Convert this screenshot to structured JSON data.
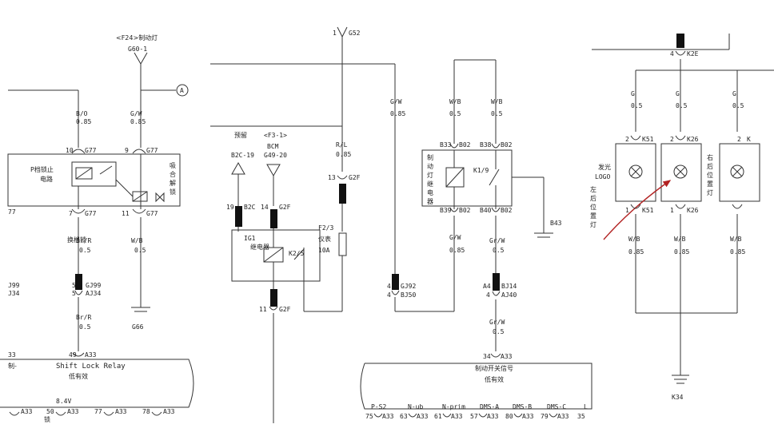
{
  "left": {
    "brake_top": "<F24>制动灯",
    "g60": "G60-1",
    "circle_a": "A",
    "w_bo": "B/O",
    "w_bo_g": "0.85",
    "w_gw": "G/W",
    "w_gw_g": "0.85",
    "pin10": "10",
    "pin9": "9",
    "g77": "G77",
    "plock_1": "P档锁止",
    "plock_2": "电路",
    "sol": "吸合解锁",
    "l77": "77",
    "pin7": "7",
    "pin11": "11",
    "sw": "换档锁",
    "w_brr": "Br/R",
    "w_brr_g": "0.5",
    "w_wb": "W/B",
    "w_wb_g": "0.5",
    "j99": "J99",
    "j34": "J34",
    "pin5a": "5",
    "gj99": "GJ99",
    "pin5b": "5",
    "aj34": "AJ34",
    "g66": "G66",
    "w_brr2": "Br/R",
    "w_brr2_g": "0.5",
    "l33": "33",
    "pin49": "49",
    "a33": "A33",
    "ctrl": "制-",
    "slr": "Shift Lock Relay",
    "low": "低有效",
    "v84": "8.4V",
    "b_a33_1": "A33",
    "p50": "50",
    "p77": "77",
    "p78": "78",
    "b_a33_2": "A33",
    "b_a33_3": "A33",
    "b_a33_4": "A33",
    "lock": "锁"
  },
  "mid": {
    "g52": "G52",
    "pin1": "1",
    "pre": "预留",
    "b2c19": "B2C-19",
    "f3": "<F3-1>",
    "bcm": "BCM",
    "g4920": "G49-20",
    "w_rl": "R/L",
    "w_rl_g": "0.85",
    "pin13": "13",
    "g2f": "G2F",
    "pin19": "19",
    "b2c": "B2C",
    "pin14": "14",
    "f23": "F2/3",
    "meter": "仪表",
    "amp": "10A",
    "ig1": "IG1",
    "ig1_sub": "继电器",
    "k25": "K2/5",
    "pin11": "11"
  },
  "center": {
    "w_gw": "G/W",
    "w_gw_g": "0.85",
    "w_wb1": "W/B",
    "w_wb1_g": "0.5",
    "w_wb2": "W/B",
    "w_wb2_g": "0.5",
    "b33": "B33",
    "b02a": "B02",
    "b38": "B38",
    "b02b": "B02",
    "relay_lbl": "制动灯继电器",
    "k19": "K1/9",
    "b39": "B39",
    "b02c": "B02",
    "b40": "B40",
    "b02d": "B02",
    "b43": "B43",
    "w_gw2": "G/W",
    "w_gw2_g": "0.85",
    "w_grw": "Gr/W",
    "w_grw_g": "0.5",
    "pin4a": "4",
    "gj92": "GJ92",
    "pin4b": "4",
    "bj50": "BJ50",
    "a4": "A4",
    "bj14": "BJ14",
    "pin4c": "4",
    "aj40": "AJ40",
    "w_grw2": "Gr/W",
    "w_grw2_g": "0.5",
    "pin34": "34",
    "a33": "A33",
    "sig": "制动开关信号",
    "low": "低有效",
    "ps2": "P-S2",
    "nub": "N-ub",
    "nprim": "N-prim",
    "dmsa": "DMS-A",
    "dmsb": "DMS-B",
    "dmsc": "DMS-C",
    "b_l": "L",
    "p75": "75",
    "p63": "63",
    "p61": "61",
    "p57": "57",
    "p80": "80",
    "p79": "79",
    "p35": "35",
    "ba33_1": "A33",
    "ba33_2": "A33",
    "ba33_3": "A33",
    "ba33_4": "A33",
    "ba33_5": "A33",
    "ba33_6": "A33"
  },
  "right": {
    "pin4": "4",
    "k2e": "K2E",
    "w_g1": "G",
    "w_g1_g": "0.5",
    "w_g2": "G",
    "w_g2_g": "0.5",
    "w_g3": "G",
    "w_g3_g": "0.5",
    "pin2a": "2",
    "k51a": "K51",
    "pin2b": "2",
    "k26a": "K26",
    "pin2c": "2",
    "kc": "K",
    "logo_1": "发光",
    "logo_2": "LOGO",
    "left_lamp": "左后位置灯",
    "right_lamp": "右后位置灯",
    "pin1a": "1",
    "k51b": "K51",
    "pin1b": "1",
    "k26b": "K26",
    "w_wb1": "W/B",
    "w_wb1_g": "0.85",
    "w_wb2": "W/B",
    "w_wb2_g": "0.85",
    "w_wb3": "W/B",
    "w_wb3_g": "0.85",
    "k34": "K34"
  },
  "colors": {
    "wire": "#333333",
    "annotation_arrow": "#b22222",
    "connector": "#111111"
  }
}
